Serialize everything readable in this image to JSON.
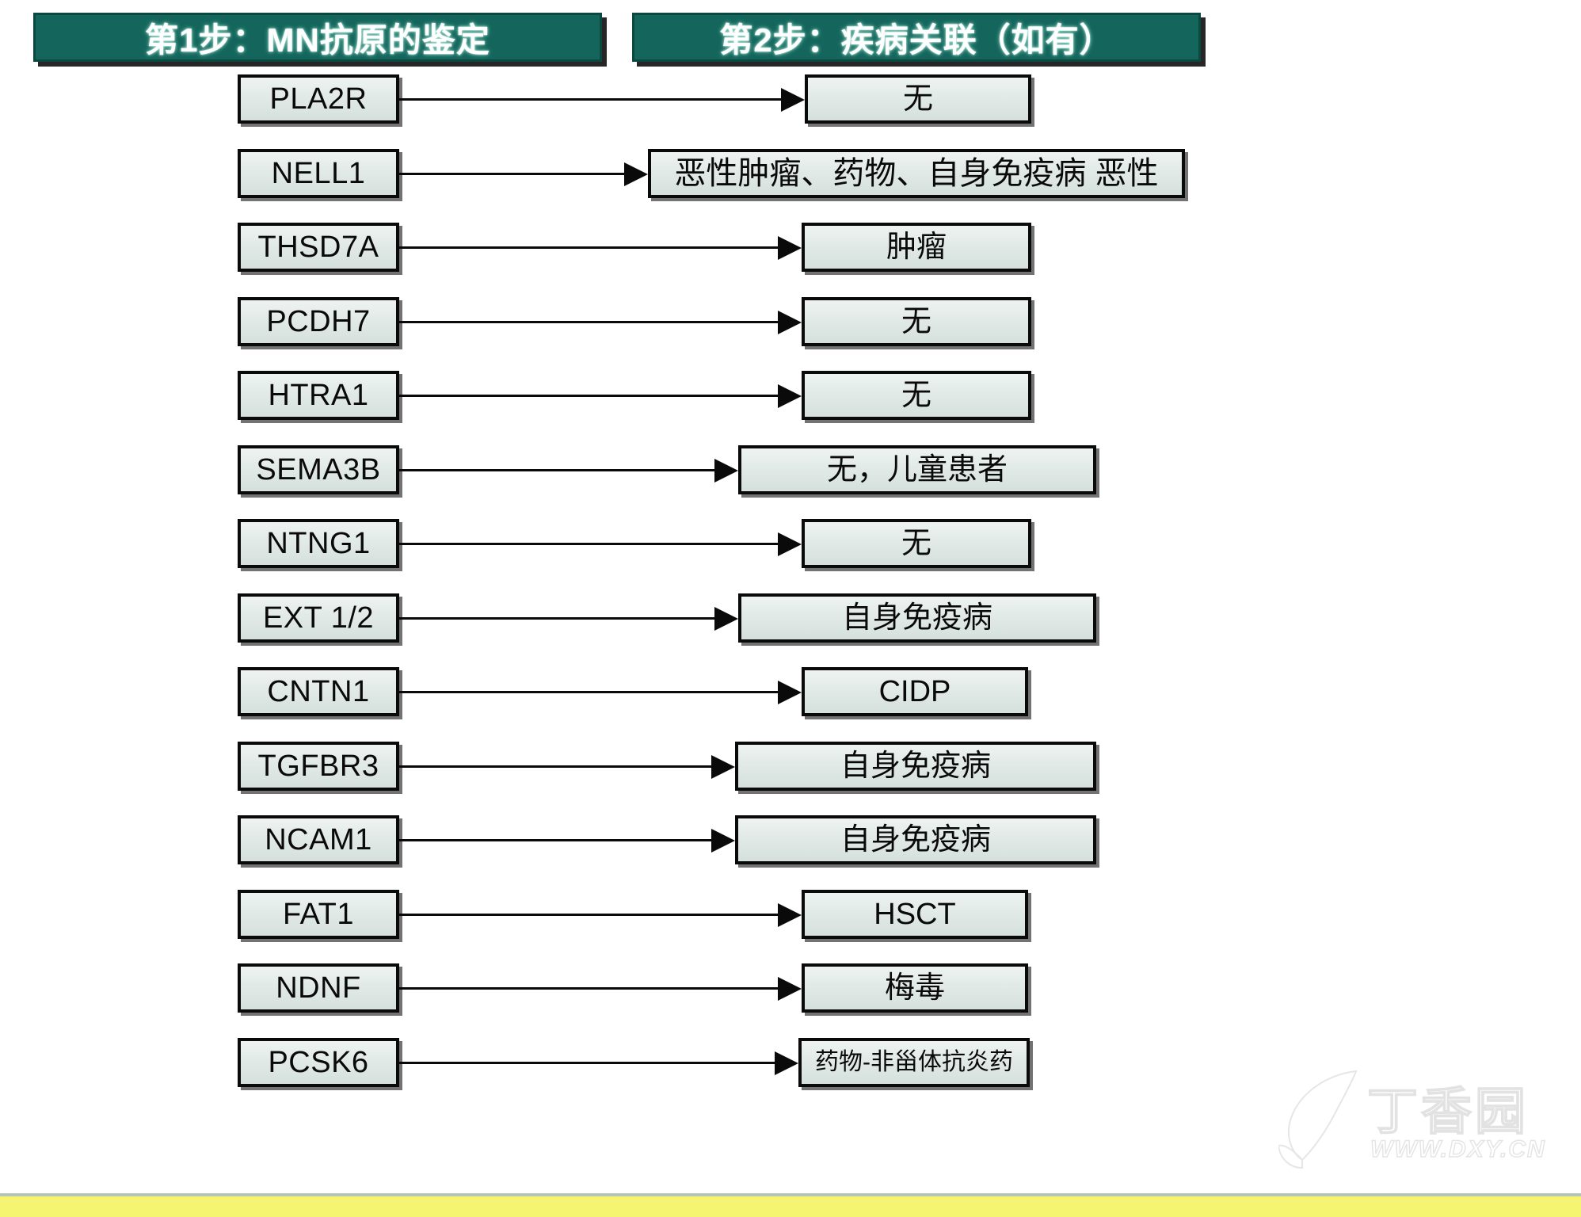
{
  "header": {
    "step1_title": "第1步：MN抗原的鉴定",
    "step2_title": "第2步：疾病关联（如有）"
  },
  "flow": {
    "rows": [
      {
        "antigen": "PLA2R",
        "association": "无"
      },
      {
        "antigen": "NELL1",
        "association": "恶性肿瘤、药物、自身免疫病 恶性"
      },
      {
        "antigen": "THSD7A",
        "association": "肿瘤"
      },
      {
        "antigen": "PCDH7",
        "association": "无"
      },
      {
        "antigen": "HTRA1",
        "association": "无"
      },
      {
        "antigen": "SEMA3B",
        "association": "无，儿童患者"
      },
      {
        "antigen": "NTNG1",
        "association": "无"
      },
      {
        "antigen": "EXT 1/2",
        "association": "自身免疫病"
      },
      {
        "antigen": "CNTN1",
        "association": "CIDP"
      },
      {
        "antigen": "TGFBR3",
        "association": "自身免疫病"
      },
      {
        "antigen": "NCAM1",
        "association": "自身免疫病"
      },
      {
        "antigen": "FAT1",
        "association": "HSCT"
      },
      {
        "antigen": "NDNF",
        "association": "梅毒"
      },
      {
        "antigen": "PCSK6",
        "association": "药物-非甾体抗炎药"
      }
    ]
  },
  "watermark": {
    "brand": "丁香园",
    "url": "WWW.DXY.CN"
  },
  "colors": {
    "banner_bg": "#14665c",
    "banner_text": "#ffffff",
    "node_fill": "#dfe8e5",
    "node_border": "#0a0a0a",
    "bottom_strip": "#f5f571"
  }
}
